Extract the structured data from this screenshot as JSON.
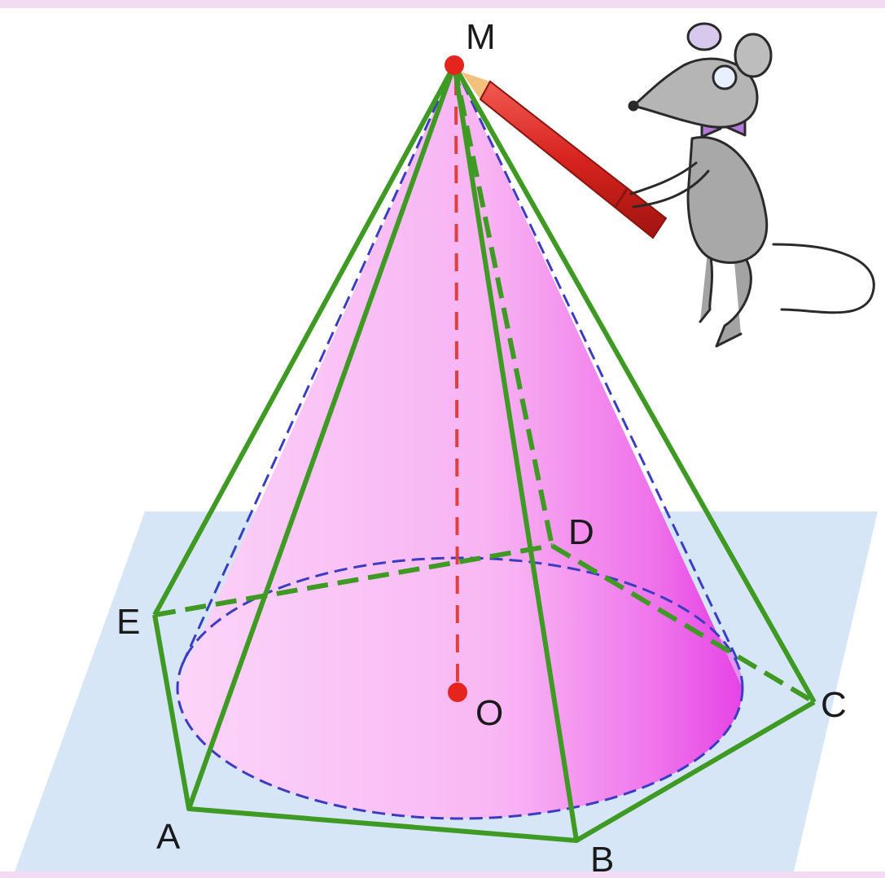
{
  "diagram": {
    "points": {
      "M": "M",
      "O": "O",
      "A": "A",
      "B": "B",
      "C": "C",
      "D": "D",
      "E": "E"
    },
    "illustration": "mouse-with-pencil"
  },
  "colors": {
    "frame_border": "#f3dcf3",
    "plane_fill": "#d6e6f7",
    "cone_fill": "#f595f0",
    "cone_highlight": "#fbc9f8",
    "cone_edge": "#d531d6",
    "pyramid_edge": "#3f9a24",
    "hidden_blue": "#3c3cc2",
    "altitude_red": "#e0403d",
    "point_red": "#e5251d",
    "pencil_red": "#d8231e",
    "mouse_gray": "#9a9a9a"
  }
}
